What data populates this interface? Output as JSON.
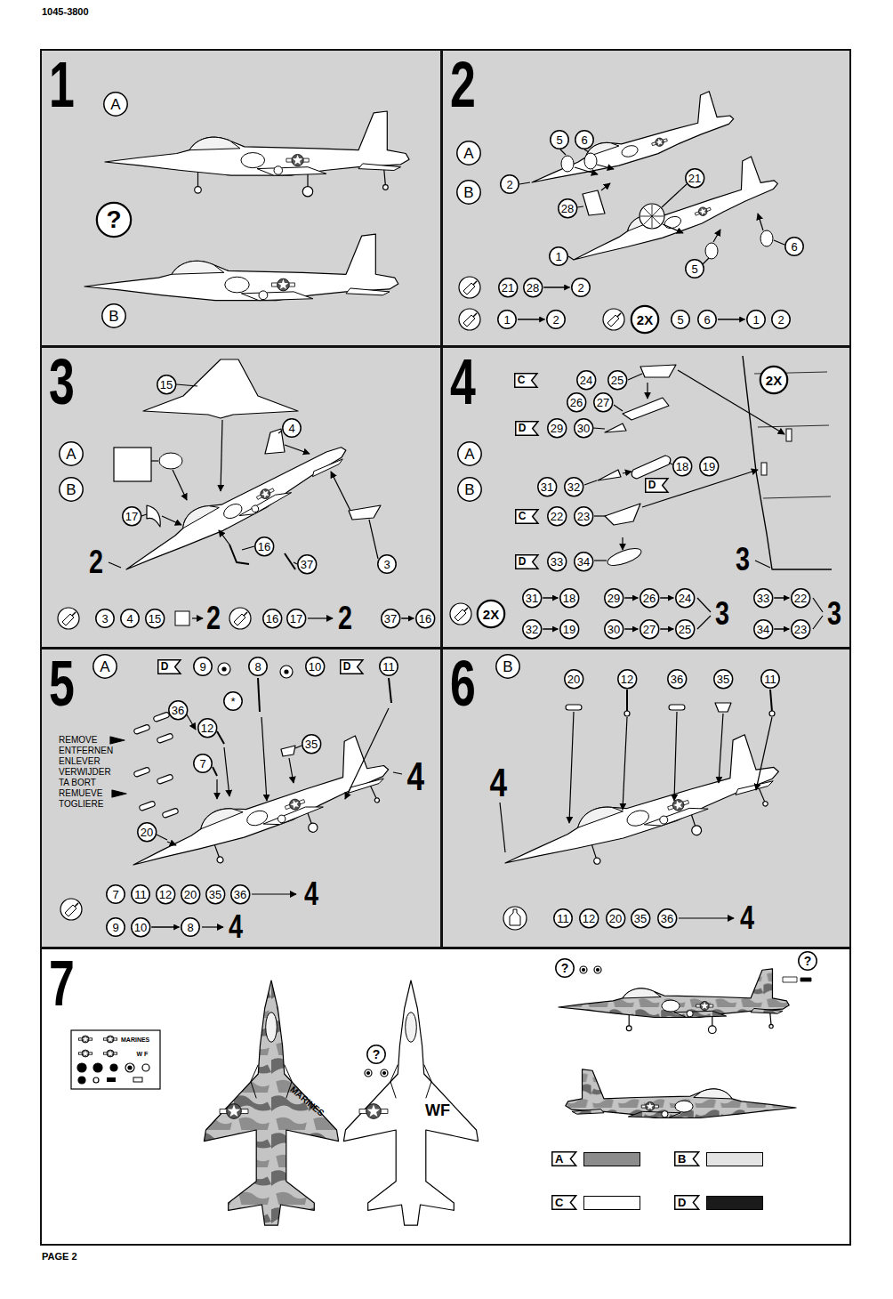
{
  "diagram": {
    "nodes": [
      {
        "text": [
          "1"
        ]
      },
      {
        "text": [
          "A"
        ],
        "in": 0
      },
      {
        "text": [
          "?"
        ],
        "in": 0
      },
      {
        "text": [
          "B"
        ],
        "in": 0
      },
      {
        "text": [
          "2"
        ]
      },
      {
        "text": [
          "A"
        ],
        "in": 4
      },
      {
        "text": [
          "B"
        ],
        "in": 4
      },
      {
        "text": [
          "5"
        ],
        "in": 4
      },
      {
        "text": [
          "6"
        ],
        "in": 4
      },
      {
        "text": [
          "2"
        ],
        "in": 4
      },
      {
        "text": [
          "21"
        ],
        "in": 4
      },
      {
        "text": [
          "28"
        ],
        "in": 4
      },
      {
        "text": [
          "1"
        ],
        "in": 4
      },
      {
        "text": [
          "5"
        ],
        "in": 4
      },
      {
        "text": [
          "6"
        ],
        "in": 4
      },
      {
        "text": [
          "21"
        ],
        "in": 4
      },
      {
        "text": [
          "28"
        ],
        "in": 4
      },
      {
        "text": [
          "2"
        ],
        "in": 4
      },
      {
        "text": [
          "1"
        ],
        "in": 4
      },
      {
        "text": [
          "2"
        ],
        "in": 4
      },
      {
        "text": [
          "2X"
        ],
        "in": 4
      },
      {
        "text": [
          "5"
        ],
        "in": 4
      },
      {
        "text": [
          "6"
        ],
        "in": 4
      },
      {
        "text": [
          "1"
        ],
        "in": 4
      },
      {
        "text": [
          "2"
        ],
        "in": 4
      },
      {
        "text": [
          "3"
        ]
      },
      {
        "text": [
          "A"
        ],
        "in": 25
      },
      {
        "text": [
          "B"
        ],
        "in": 25
      },
      {
        "text": [
          "15"
        ],
        "in": 25
      },
      {
        "text": [
          "4"
        ],
        "in": 25
      },
      {
        "text": [
          "17"
        ],
        "in": 25
      },
      {
        "text": [
          "16"
        ],
        "in": 25
      },
      {
        "text": [
          "37"
        ],
        "in": 25
      },
      {
        "text": [
          "3"
        ],
        "in": 25
      },
      {
        "text": [
          "3"
        ],
        "in": 25
      },
      {
        "text": [
          "4"
        ],
        "in": 25
      },
      {
        "text": [
          "15"
        ],
        "in": 25
      },
      {
        "text": [
          "16"
        ],
        "in": 25
      },
      {
        "text": [
          "17"
        ],
        "in": 25
      },
      {
        "text": [
          "37"
        ],
        "in": 25
      },
      {
        "text": [
          "16"
        ],
        "in": 25
      },
      {
        "text": [
          "4"
        ]
      },
      {
        "text": [
          "A"
        ],
        "in": 41
      },
      {
        "text": [
          "B"
        ],
        "in": 41
      },
      {
        "text": [
          "2X"
        ],
        "in": 41
      },
      {
        "text": [
          "C"
        ],
        "in": 41
      },
      {
        "text": [
          "24"
        ],
        "in": 41
      },
      {
        "text": [
          "25"
        ],
        "in": 41
      },
      {
        "text": [
          "26"
        ],
        "in": 41
      },
      {
        "text": [
          "27"
        ],
        "in": 41
      },
      {
        "text": [
          "D"
        ],
        "in": 41
      },
      {
        "text": [
          "29"
        ],
        "in": 41
      },
      {
        "text": [
          "30"
        ],
        "in": 41
      },
      {
        "text": [
          "18"
        ],
        "in": 41
      },
      {
        "text": [
          "19"
        ],
        "in": 41
      },
      {
        "text": [
          "D"
        ],
        "in": 41
      },
      {
        "text": [
          "31"
        ],
        "in": 41
      },
      {
        "text": [
          "32"
        ],
        "in": 41
      },
      {
        "text": [
          "C"
        ],
        "in": 41
      },
      {
        "text": [
          "22"
        ],
        "in": 41
      },
      {
        "text": [
          "23"
        ],
        "in": 41
      },
      {
        "text": [
          "D"
        ],
        "in": 41
      },
      {
        "text": [
          "33"
        ],
        "in": 41
      },
      {
        "text": [
          "34"
        ],
        "in": 41
      },
      {
        "text": [
          "2X"
        ],
        "in": 41
      },
      {
        "text": [
          "31"
        ],
        "in": 41
      },
      {
        "text": [
          "18"
        ],
        "in": 41
      },
      {
        "text": [
          "29"
        ],
        "in": 41
      },
      {
        "text": [
          "26"
        ],
        "in": 41
      },
      {
        "text": [
          "24"
        ],
        "in": 41
      },
      {
        "text": [
          "32"
        ],
        "in": 41
      },
      {
        "text": [
          "19"
        ],
        "in": 41
      },
      {
        "text": [
          "30"
        ],
        "in": 41
      },
      {
        "text": [
          "27"
        ],
        "in": 41
      },
      {
        "text": [
          "25"
        ],
        "in": 41
      },
      {
        "text": [
          "33"
        ],
        "in": 41
      },
      {
        "text": [
          "22"
        ],
        "in": 41
      },
      {
        "text": [
          "34"
        ],
        "in": 41
      },
      {
        "text": [
          "23"
        ],
        "in": 41
      },
      {
        "text": [
          "5"
        ]
      },
      {
        "text": [
          "A"
        ],
        "in": 79
      },
      {
        "text": [
          "D"
        ],
        "in": 79
      },
      {
        "text": [
          "9"
        ],
        "in": 79
      },
      {
        "text": [
          "8"
        ],
        "in": 79
      },
      {
        "text": [
          "10"
        ],
        "in": 79
      },
      {
        "text": [
          "D"
        ],
        "in": 79
      },
      {
        "text": [
          "11"
        ],
        "in": 79
      },
      {
        "text": [
          "36"
        ],
        "in": 79
      },
      {
        "text": [
          "*"
        ],
        "in": 79
      },
      {
        "text": [
          "12"
        ],
        "in": 79
      },
      {
        "text": [
          "35"
        ],
        "in": 79
      },
      {
        "text": [
          "7"
        ],
        "in": 79
      },
      {
        "text": [
          "20"
        ],
        "in": 79
      },
      {
        "text": [
          "7"
        ],
        "in": 79
      },
      {
        "text": [
          "11"
        ],
        "in": 79
      },
      {
        "text": [
          "12"
        ],
        "in": 79
      },
      {
        "text": [
          "20"
        ],
        "in": 79
      },
      {
        "text": [
          "35"
        ],
        "in": 79
      },
      {
        "text": [
          "36"
        ],
        "in": 79
      },
      {
        "text": [
          "9"
        ],
        "in": 79
      },
      {
        "text": [
          "10"
        ],
        "in": 79
      },
      {
        "text": [
          "8"
        ],
        "in": 79
      },
      {
        "text": [
          "6"
        ]
      },
      {
        "text": [
          "B"
        ],
        "in": 102
      },
      {
        "text": [
          "20"
        ],
        "in": 102
      },
      {
        "text": [
          "12"
        ],
        "in": 102
      },
      {
        "text": [
          "36"
        ],
        "in": 102
      },
      {
        "text": [
          "35"
        ],
        "in": 102
      },
      {
        "text": [
          "11"
        ],
        "in": 102
      },
      {
        "text": [
          "11"
        ],
        "in": 102
      },
      {
        "text": [
          "12"
        ],
        "in": 102
      },
      {
        "text": [
          "20"
        ],
        "in": 102
      },
      {
        "text": [
          "35"
        ],
        "in": 102
      },
      {
        "text": [
          "36"
        ],
        "in": 102
      },
      {
        "text": [
          "7"
        ]
      },
      {
        "text": [
          "?"
        ],
        "in": 114
      },
      {
        "text": [
          "?"
        ],
        "in": 114
      },
      {
        "text": [
          "?"
        ],
        "in": 114
      }
    ],
    "edges": [
      {
        "from": 16,
        "to": 17,
        "arrow": "to"
      },
      {
        "from": 18,
        "to": 19,
        "arrow": "to"
      },
      {
        "from": 22,
        "to": 23,
        "arrow": "to"
      },
      {
        "from": 39,
        "to": 40,
        "arrow": "to"
      },
      {
        "from": 65,
        "to": 66,
        "arrow": "to"
      },
      {
        "from": 67,
        "to": 68,
        "arrow": "to"
      },
      {
        "from": 68,
        "to": 69,
        "arrow": "to"
      },
      {
        "from": 70,
        "to": 71,
        "arrow": "to"
      },
      {
        "from": 72,
        "to": 73,
        "arrow": "to"
      },
      {
        "from": 73,
        "to": 74,
        "arrow": "to"
      },
      {
        "from": 75,
        "to": 76,
        "arrow": "to"
      },
      {
        "from": 77,
        "to": 78,
        "arrow": "to"
      },
      {
        "from": 100,
        "to": 101,
        "arrow": "to"
      }
    ],
    "labels": [
      "1045-3800",
      "PAGE 2",
      "2",
      "2",
      "2",
      "3",
      "3",
      "3",
      "REMOVE",
      "ENTFERNEN",
      "ENLEVER",
      "VERWIJDER",
      "TA BORT",
      "REMUEVE",
      "TOGLIERE",
      "4",
      "4",
      "4",
      "4",
      "4",
      "MARINES",
      "W F",
      "MARINES",
      "WF"
    ],
    "legend": [
      {
        "text": "A",
        "color": "#8c8c8c"
      },
      {
        "text": "B",
        "color": "#e4e4e4"
      },
      {
        "text": "C",
        "color": "#ffffff"
      },
      {
        "text": "D",
        "color": "#1a1a1a"
      }
    ]
  }
}
